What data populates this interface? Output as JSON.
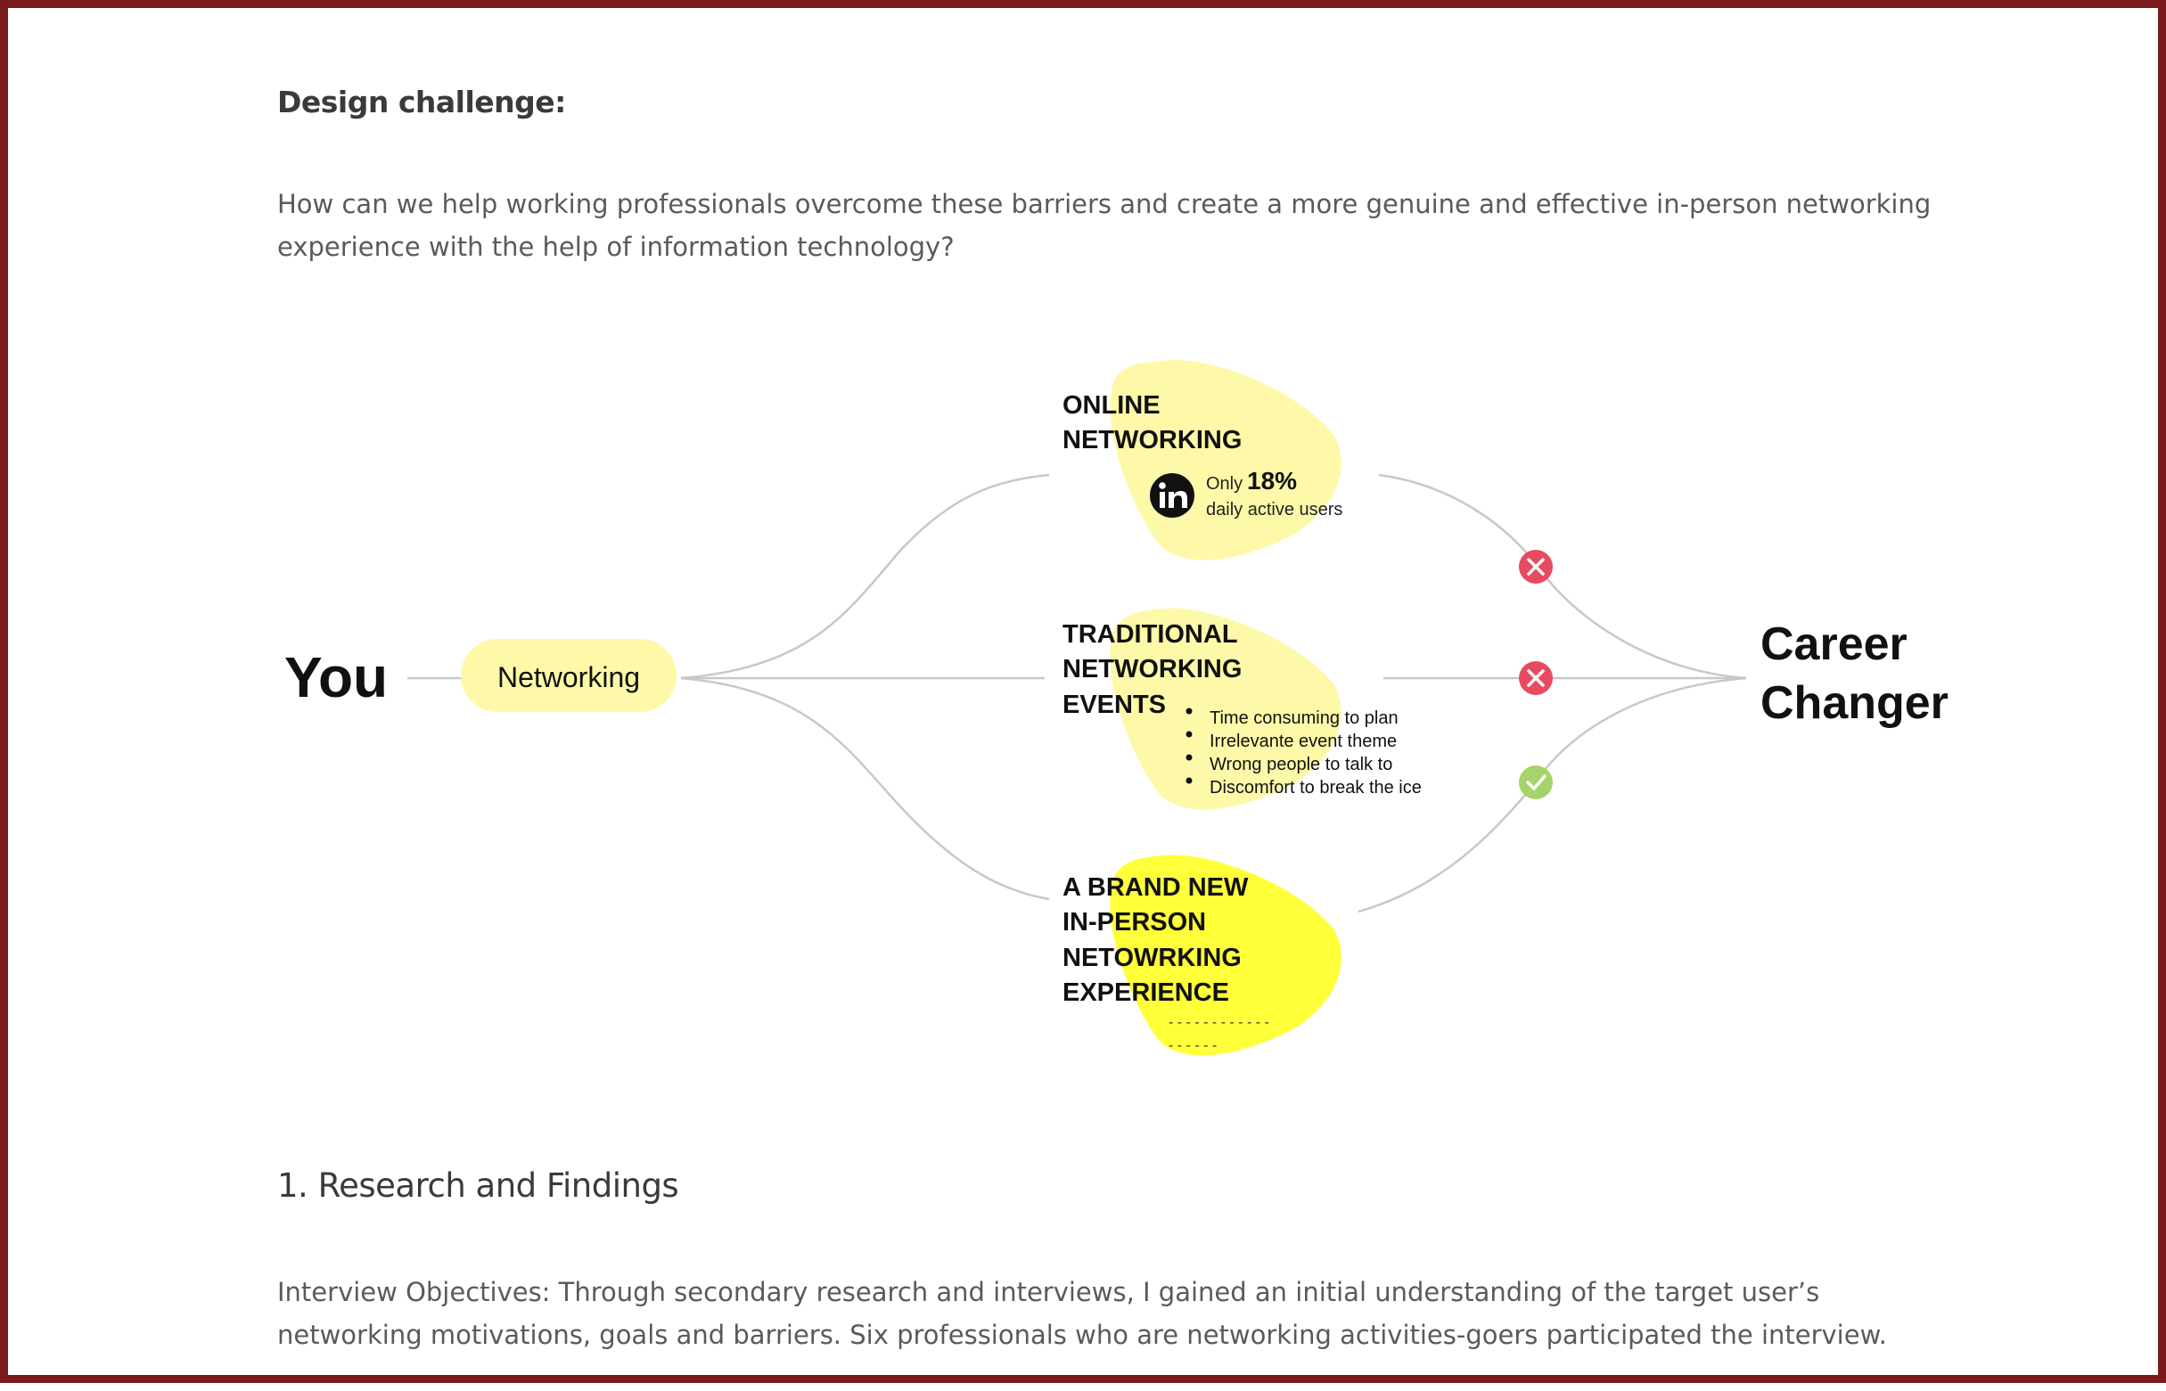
{
  "design_challenge": {
    "heading": "Design challenge:",
    "paragraph": "How can we help working professionals overcome these barriers and create a more genuine and effective in-person networking experience with the help of information technology?"
  },
  "diagram": {
    "start_label": "You",
    "networking_label": "Networking",
    "end_label_lines": [
      "Career",
      "Changer"
    ],
    "branches": {
      "online": {
        "title_lines": [
          "ONLINE",
          "NETWORKING"
        ],
        "icon": "linkedin-icon",
        "stat_prefix": "Only",
        "stat_value": "18%",
        "stat_caption": "daily active users",
        "status": "fail"
      },
      "traditional": {
        "title_lines": [
          "TRADITIONAL",
          "NETWORKING",
          "EVENTS"
        ],
        "bullets": [
          "Time consuming to plan",
          "Irrelevante event theme",
          "Wrong people to talk to",
          "Discomfort to break the ice"
        ],
        "status": "fail"
      },
      "new": {
        "title_lines": [
          "A BRAND NEW",
          "IN-PERSON",
          "NETOWRKING",
          "EXPERIENCE"
        ],
        "placeholder_lines": [
          "- - - - - - - - - - - -",
          "- - - - - -"
        ],
        "status": "pass"
      }
    },
    "colors": {
      "blob_light": "#fdf9a8",
      "blob_bright": "#ffff3a",
      "fail_red": "#e84a5f",
      "pass_green": "#a5d46a",
      "line_gray": "#c8c8c8"
    }
  },
  "research": {
    "heading": "1. Research and Findings",
    "paragraph": "Interview Objectives: Through secondary research and interviews, I gained an initial understanding of the target user’s networking motivations, goals and barriers. Six professionals who are networking activities-goers participated the interview."
  }
}
